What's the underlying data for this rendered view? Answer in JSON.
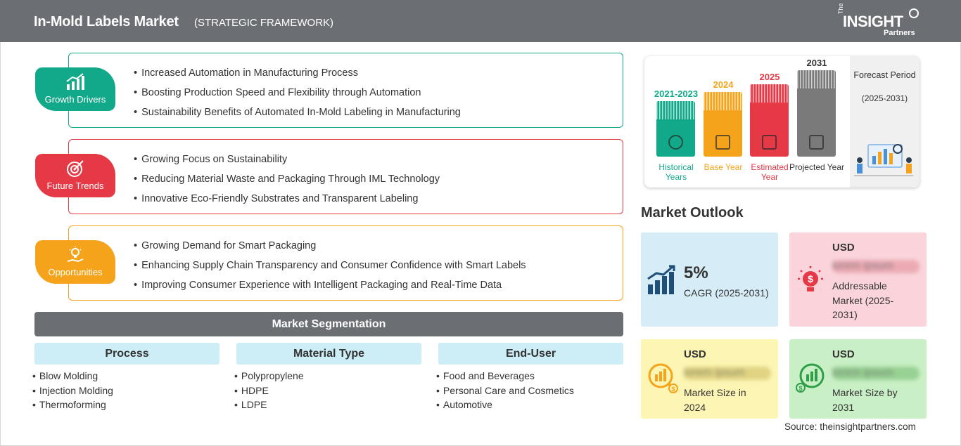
{
  "header": {
    "title": "In-Mold Labels Market",
    "subtitle": "(STRATEGIC FRAMEWORK)",
    "logo": {
      "prefix": "The",
      "name": "INSIGHT",
      "suffix": "Partners"
    }
  },
  "framework": [
    {
      "label": "Growth Drivers",
      "color": "#12a98a",
      "icon": "growth-chart-icon",
      "items": [
        "Increased Automation in Manufacturing Process",
        "Boosting Production Speed and Flexibility through Automation",
        "Sustainability Benefits of Automated In-Mold Labeling in Manufacturing"
      ]
    },
    {
      "label": "Future Trends",
      "color": "#e63946",
      "icon": "target-icon",
      "items": [
        "Growing Focus on Sustainability",
        "Reducing Material Waste and Packaging Through IML Technology",
        "Innovative Eco-Friendly Substrates and Transparent Labeling"
      ]
    },
    {
      "label": "Opportunities",
      "color": "#f5a31a",
      "icon": "lightbulb-hand-icon",
      "items": [
        "Growing Demand for Smart Packaging",
        "Enhancing Supply Chain Transparency and Consumer Confidence with Smart Labels",
        "Improving Consumer Experience with Intelligent Packaging and Real-Time Data"
      ]
    }
  ],
  "segmentation": {
    "title": "Market Segmentation",
    "columns": [
      {
        "title": "Process",
        "items": [
          "Blow Molding",
          "Injection Molding",
          "Thermoforming"
        ]
      },
      {
        "title": "Material Type",
        "items": [
          "Polypropylene",
          "HDPE",
          "LDPE"
        ]
      },
      {
        "title": "End-User",
        "items": [
          "Food and Beverages",
          "Personal Care and Cosmetics",
          "Automotive"
        ]
      }
    ]
  },
  "timeline": {
    "forecast_title": "Forecast Period",
    "forecast_range": "(2025-2031)",
    "bars": [
      {
        "year": "2021-2023",
        "label": "Historical Years",
        "color": "#12a98a",
        "icon": "history-icon"
      },
      {
        "year": "2024",
        "label": "Base Year",
        "color": "#f5a31a",
        "icon": "calendar-icon"
      },
      {
        "year": "2025",
        "label": "Estimated Year",
        "color": "#e63946",
        "icon": "settings-chart-icon"
      },
      {
        "year": "2031",
        "label": "Projected Year",
        "color": "#7a7a7a",
        "icon": "presentation-icon"
      }
    ]
  },
  "outlook": {
    "title": "Market Outlook",
    "cagr": {
      "value": "5%",
      "label": "CAGR (2025-2031)",
      "bg": "#d6ecf7",
      "icon": "bar-growth-icon"
    },
    "addressable": {
      "currency": "USD",
      "value": "lorem ipsum",
      "label": "Addressable Market (2025-2031)",
      "bg": "#fad4da",
      "icon": "money-bulb-icon"
    },
    "size_2024": {
      "currency": "USD",
      "value": "lorem ipsum",
      "label": "Market Size in 2024",
      "bg": "#fdf5b4",
      "icon": "money-chart-icon"
    },
    "size_2031": {
      "currency": "USD",
      "value": "lorem ipsum",
      "label": "Market Size by 2031",
      "bg": "#c9efc6",
      "icon": "money-chart-icon"
    }
  },
  "source": "Source: theinsightpartners.com"
}
